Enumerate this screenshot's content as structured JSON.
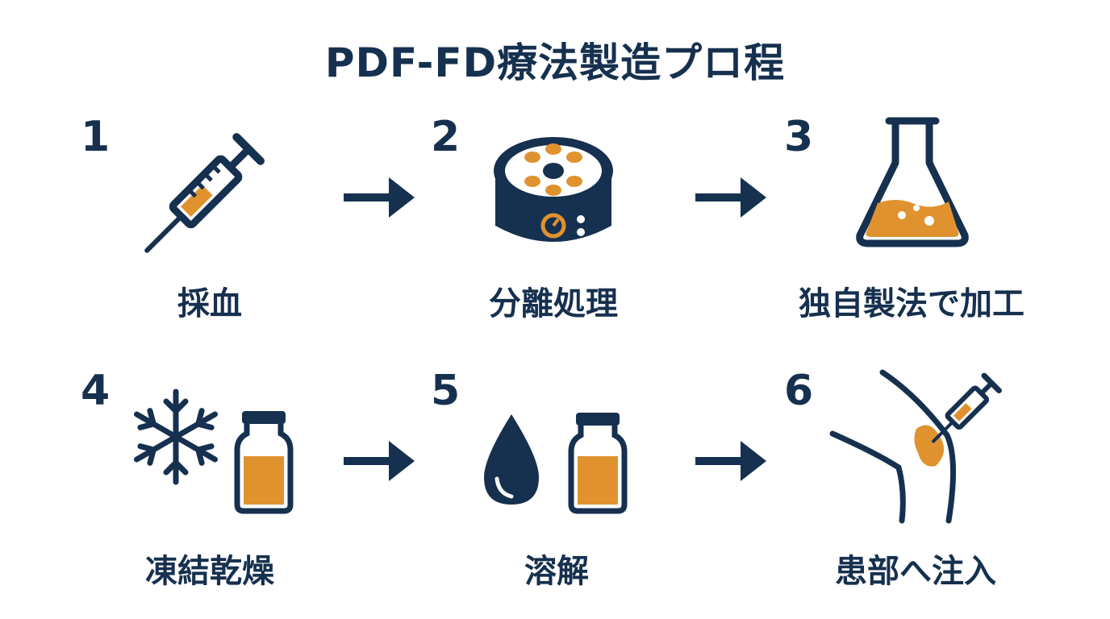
{
  "title": "PDF-FD療法製造プロ程",
  "steps": [
    {
      "number": "1",
      "label": "採血",
      "icon": "syringe-icon"
    },
    {
      "number": "2",
      "label": "分離処理",
      "icon": "centrifuge-icon"
    },
    {
      "number": "3",
      "label": "独自製法で加工",
      "icon": "flask-icon"
    },
    {
      "number": "4",
      "label": "凍結乾燥",
      "icon": "snowflake-vial-icon"
    },
    {
      "number": "5",
      "label": "溶解",
      "icon": "droplet-vial-icon"
    },
    {
      "number": "6",
      "label": "患部へ注入",
      "icon": "knee-injection-icon"
    }
  ],
  "colors": {
    "navy": "#16304f",
    "orange": "#e0922f",
    "background": "#ffffff"
  }
}
